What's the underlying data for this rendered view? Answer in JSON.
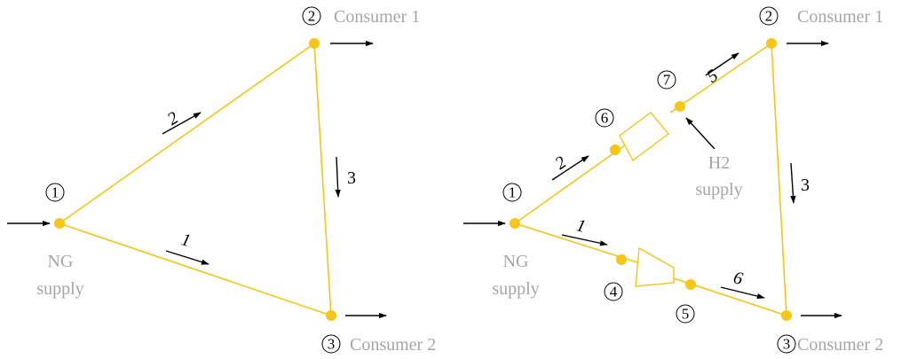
{
  "colors": {
    "pipe": "#f5c518",
    "junction": "#f5c518",
    "grey_text": "#a6a6a6",
    "arrow": "#000000"
  },
  "left_network": {
    "nodes": [
      {
        "id": "1"
      },
      {
        "id": "2"
      },
      {
        "id": "3"
      }
    ],
    "pipes": [
      {
        "label": "1"
      },
      {
        "label": "2"
      },
      {
        "label": "3"
      }
    ],
    "labels": {
      "ng_supply_line1": "NG",
      "ng_supply_line2": "supply",
      "consumer_1": "Consumer 1",
      "consumer_2": "Consumer 2"
    }
  },
  "right_network": {
    "nodes": [
      {
        "id": "1"
      },
      {
        "id": "2"
      },
      {
        "id": "3"
      },
      {
        "id": "4"
      },
      {
        "id": "5"
      },
      {
        "id": "6"
      },
      {
        "id": "7"
      }
    ],
    "pipes": [
      {
        "label": "1"
      },
      {
        "label": "2"
      },
      {
        "label": "3"
      },
      {
        "label": "5"
      },
      {
        "label": "6"
      }
    ],
    "labels": {
      "ng_supply_line1": "NG",
      "ng_supply_line2": "supply",
      "h2_supply_line1": "H2",
      "h2_supply_line2": "supply",
      "consumer_1": "Consumer 1",
      "consumer_2": "Consumer 2"
    },
    "compressors": [
      {
        "name": "compressor-upper"
      },
      {
        "name": "compressor-lower"
      }
    ]
  }
}
